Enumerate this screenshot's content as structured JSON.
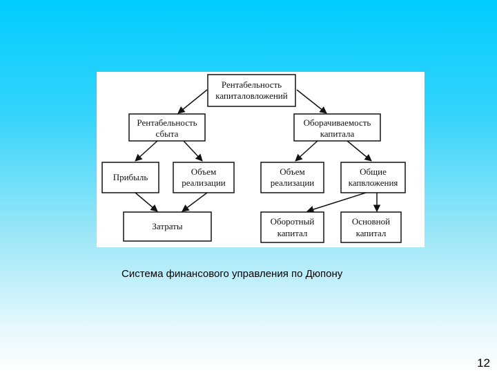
{
  "diagram": {
    "nodes": {
      "rok": [
        "Рентабельность",
        "капиталовложений"
      ],
      "rs": [
        "Рентабельность",
        "сбыта"
      ],
      "ok": [
        "Оборачиваемость",
        "капитала"
      ],
      "pribyl": [
        "Прибыль"
      ],
      "obr1": [
        "Объем",
        "реализации"
      ],
      "obr2": [
        "Объем",
        "реализации"
      ],
      "ok_vl": [
        "Общие",
        "капвложения"
      ],
      "zatraty": [
        "Затраты"
      ],
      "obk": [
        "Оборотный",
        "капитал"
      ],
      "osk": [
        "Основной",
        "капитал"
      ]
    }
  },
  "caption": "Система финансового управления по Дюпону",
  "slide_number": "12"
}
